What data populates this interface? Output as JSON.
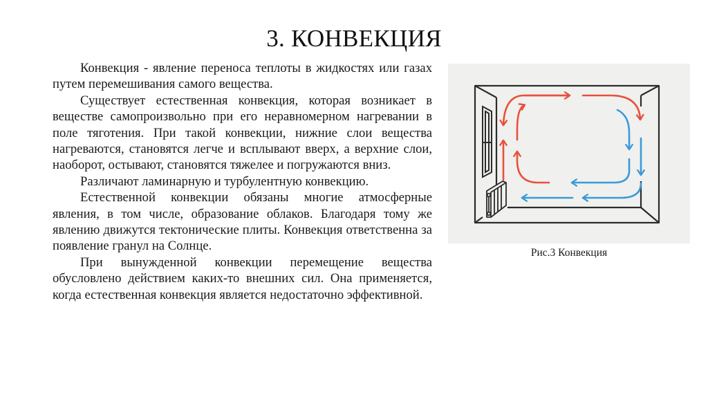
{
  "slide": {
    "title": "3. КОНВЕКЦИЯ",
    "paragraphs": [
      "Конвекция - явление переноса теплоты в жидкостях или газах путем перемешивания самого вещества.",
      "Существует естественная конвекция, которая возникает в веществе самопроизвольно при его неравномерном нагревании в поле тяготения. При такой конвекции, нижние слои вещества нагреваются, становятся легче и всплывают вверх, а верхние слои, наоборот, остывают, становятся тяжелее и погружаются вниз.",
      "Различают ламинарную и турбулентную конвекцию.",
      "Естественной конвекции обязаны многие атмосферные явления, в том числе, образование облаков. Благодаря тому же явлению движутся тектонические плиты. Конвекция ответственна за появление гранул на Солнце.",
      "При вынужденной конвекции перемещение вещества обусловлено действием каких-то внешних сил. Она применяется, когда естественная конвекция является недостаточно эффективной."
    ]
  },
  "figure": {
    "caption": "Рис.3 Конвекция",
    "description": "Room cross-section with window and radiator on the left wall; red arrows show warm air rising and moving along the ceiling, blue arrows show cool air descending along the right wall and returning along the floor",
    "colors": {
      "background": "#f0f0ee",
      "outline": "#2b2b2b",
      "warm_arrow": "#e8503a",
      "cool_arrow": "#3a9ad9"
    }
  }
}
